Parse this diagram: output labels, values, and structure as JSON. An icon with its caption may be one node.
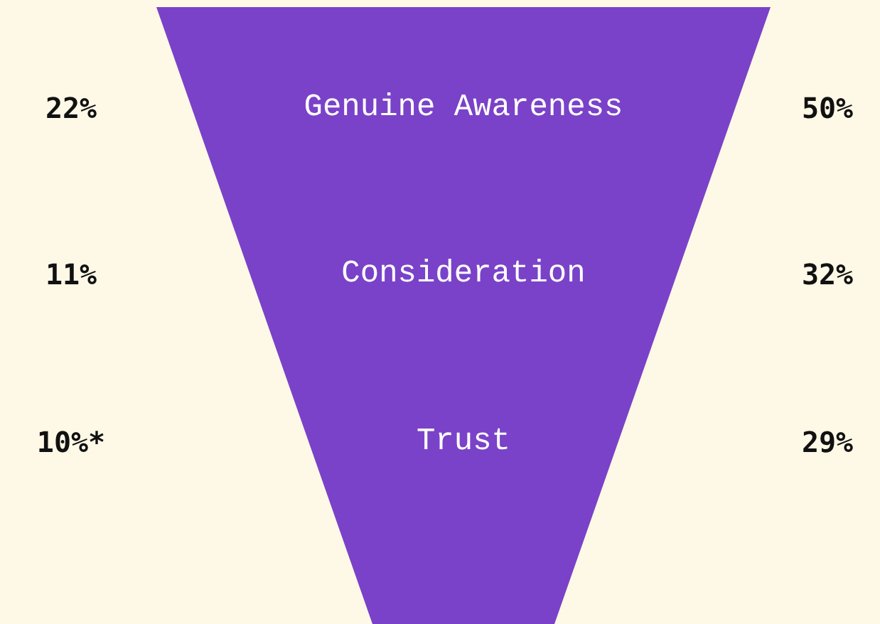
{
  "diagram": {
    "nodes": [
      {
        "text": [
          "Genuine Awareness",
          "Consideration",
          "Trust"
        ]
      }
    ],
    "labels": [
      "22%",
      "50%",
      "11%",
      "32%",
      "10%*",
      "29%"
    ]
  }
}
